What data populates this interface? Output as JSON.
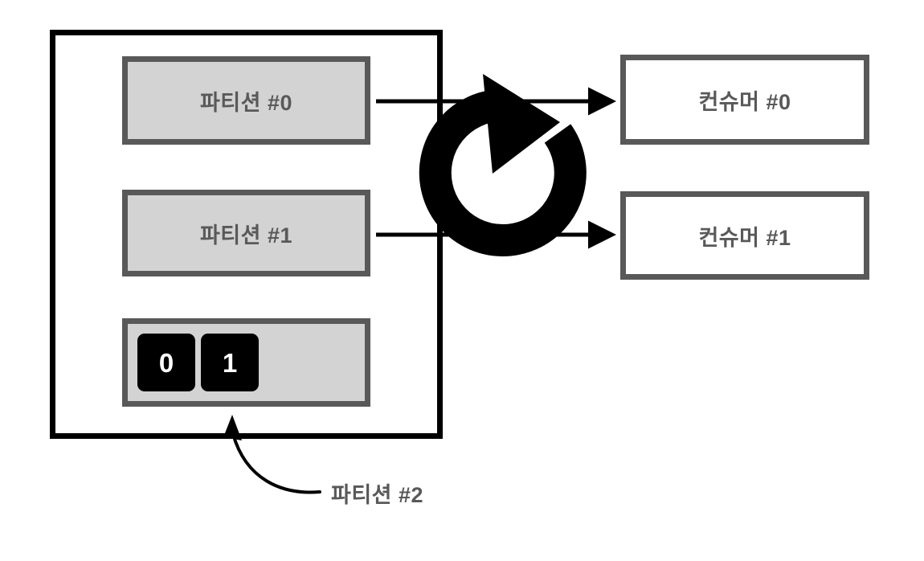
{
  "diagram": {
    "title": "Kafka partition to consumer assignment diagram",
    "colors": {
      "container_border": "#000000",
      "box_border": "#595959",
      "partition_fill": "#d3d3d3",
      "consumer_fill": "#ffffff",
      "text": "#595959",
      "badge_fill": "#000000",
      "badge_text": "#ffffff",
      "arrow": "#000000"
    }
  },
  "broker": {
    "name": "broker-container",
    "partitions": [
      {
        "label": "파티션 #0",
        "badges": []
      },
      {
        "label": "파티션 #1",
        "badges": []
      },
      {
        "label": "",
        "badges": [
          "0",
          "1"
        ]
      }
    ]
  },
  "consumers": [
    {
      "label": "컨슈머 #0"
    },
    {
      "label": "컨슈머 #1"
    }
  ],
  "arrows": [
    {
      "name": "partition-0-to-consumer-0"
    },
    {
      "name": "partition-1-to-consumer-1"
    }
  ],
  "icons": {
    "refresh": "refresh-rotate-icon"
  },
  "callout": {
    "label": "파티션 #2"
  }
}
